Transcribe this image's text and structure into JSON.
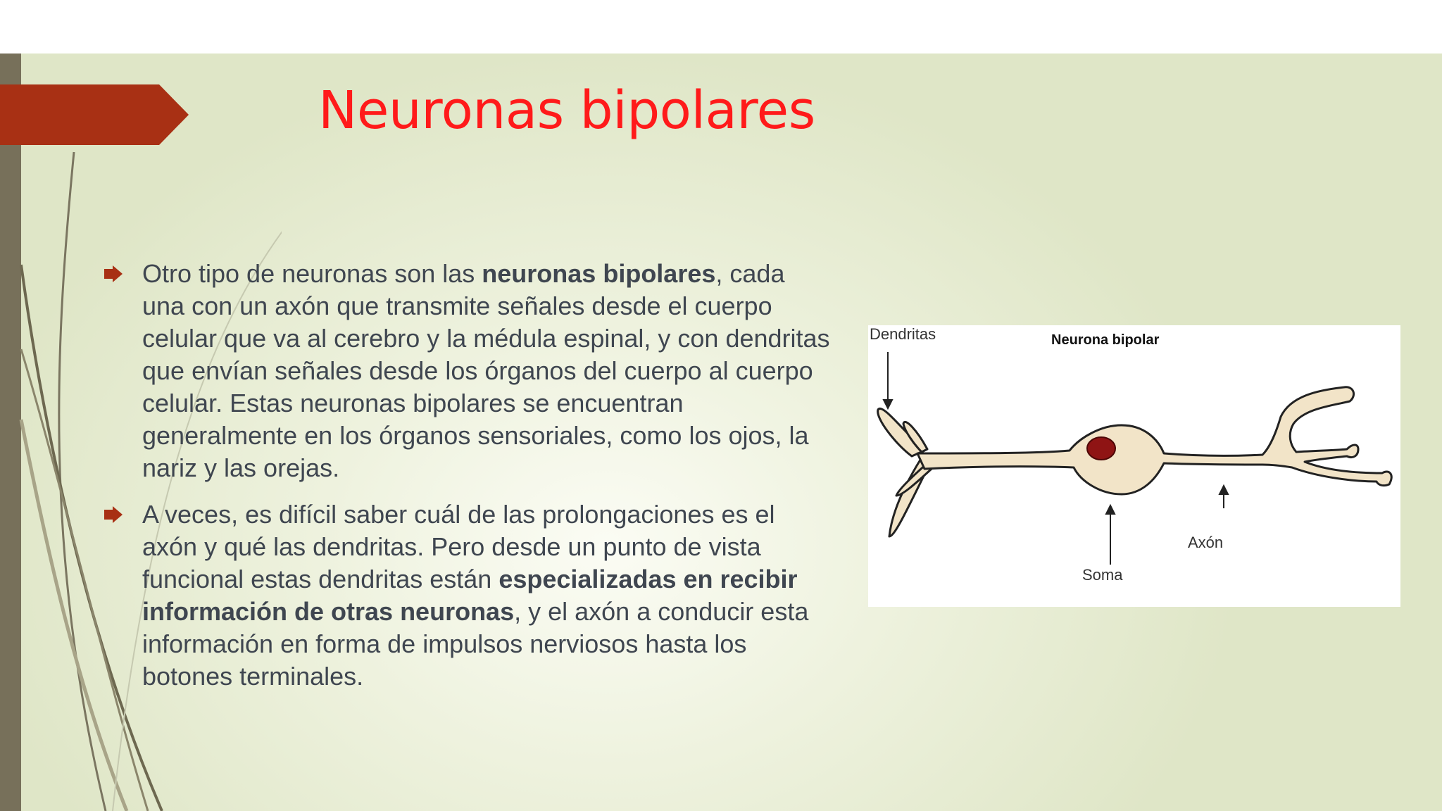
{
  "slide": {
    "title": "Neuronas bipolares",
    "colors": {
      "title": "#ff1a1a",
      "accent_arrow": "#a83014",
      "sidebar": "#77705a",
      "text": "#3f4650"
    },
    "bullet_icon": "arrow-bullet-icon",
    "bullets": [
      {
        "before": "Otro tipo de neuronas son las ",
        "bold": "neuronas bipolares",
        "after": ", cada una con un axón que transmite señales desde el cuerpo celular que va al cerebro y la médula espinal, y con dendritas que envían señales desde los órganos del cuerpo al cuerpo celular. Estas neuronas bipolares se encuentran generalmente en los órganos sensoriales, como los ojos, la nariz y las orejas."
      },
      {
        "before": "A veces, es difícil saber cuál de las prolongaciones es el axón y qué las dendritas. Pero desde un punto de vista funcional estas dendritas están ",
        "bold": "especializadas en recibir información de otras neuronas",
        "after": ", y el axón a conducir esta información en forma de impulsos nerviosos hasta los botones terminales."
      }
    ],
    "figure": {
      "title": "Neurona bipolar",
      "labels": {
        "dendrites": "Dendritas",
        "soma": "Soma",
        "axon": "Axón"
      }
    }
  }
}
